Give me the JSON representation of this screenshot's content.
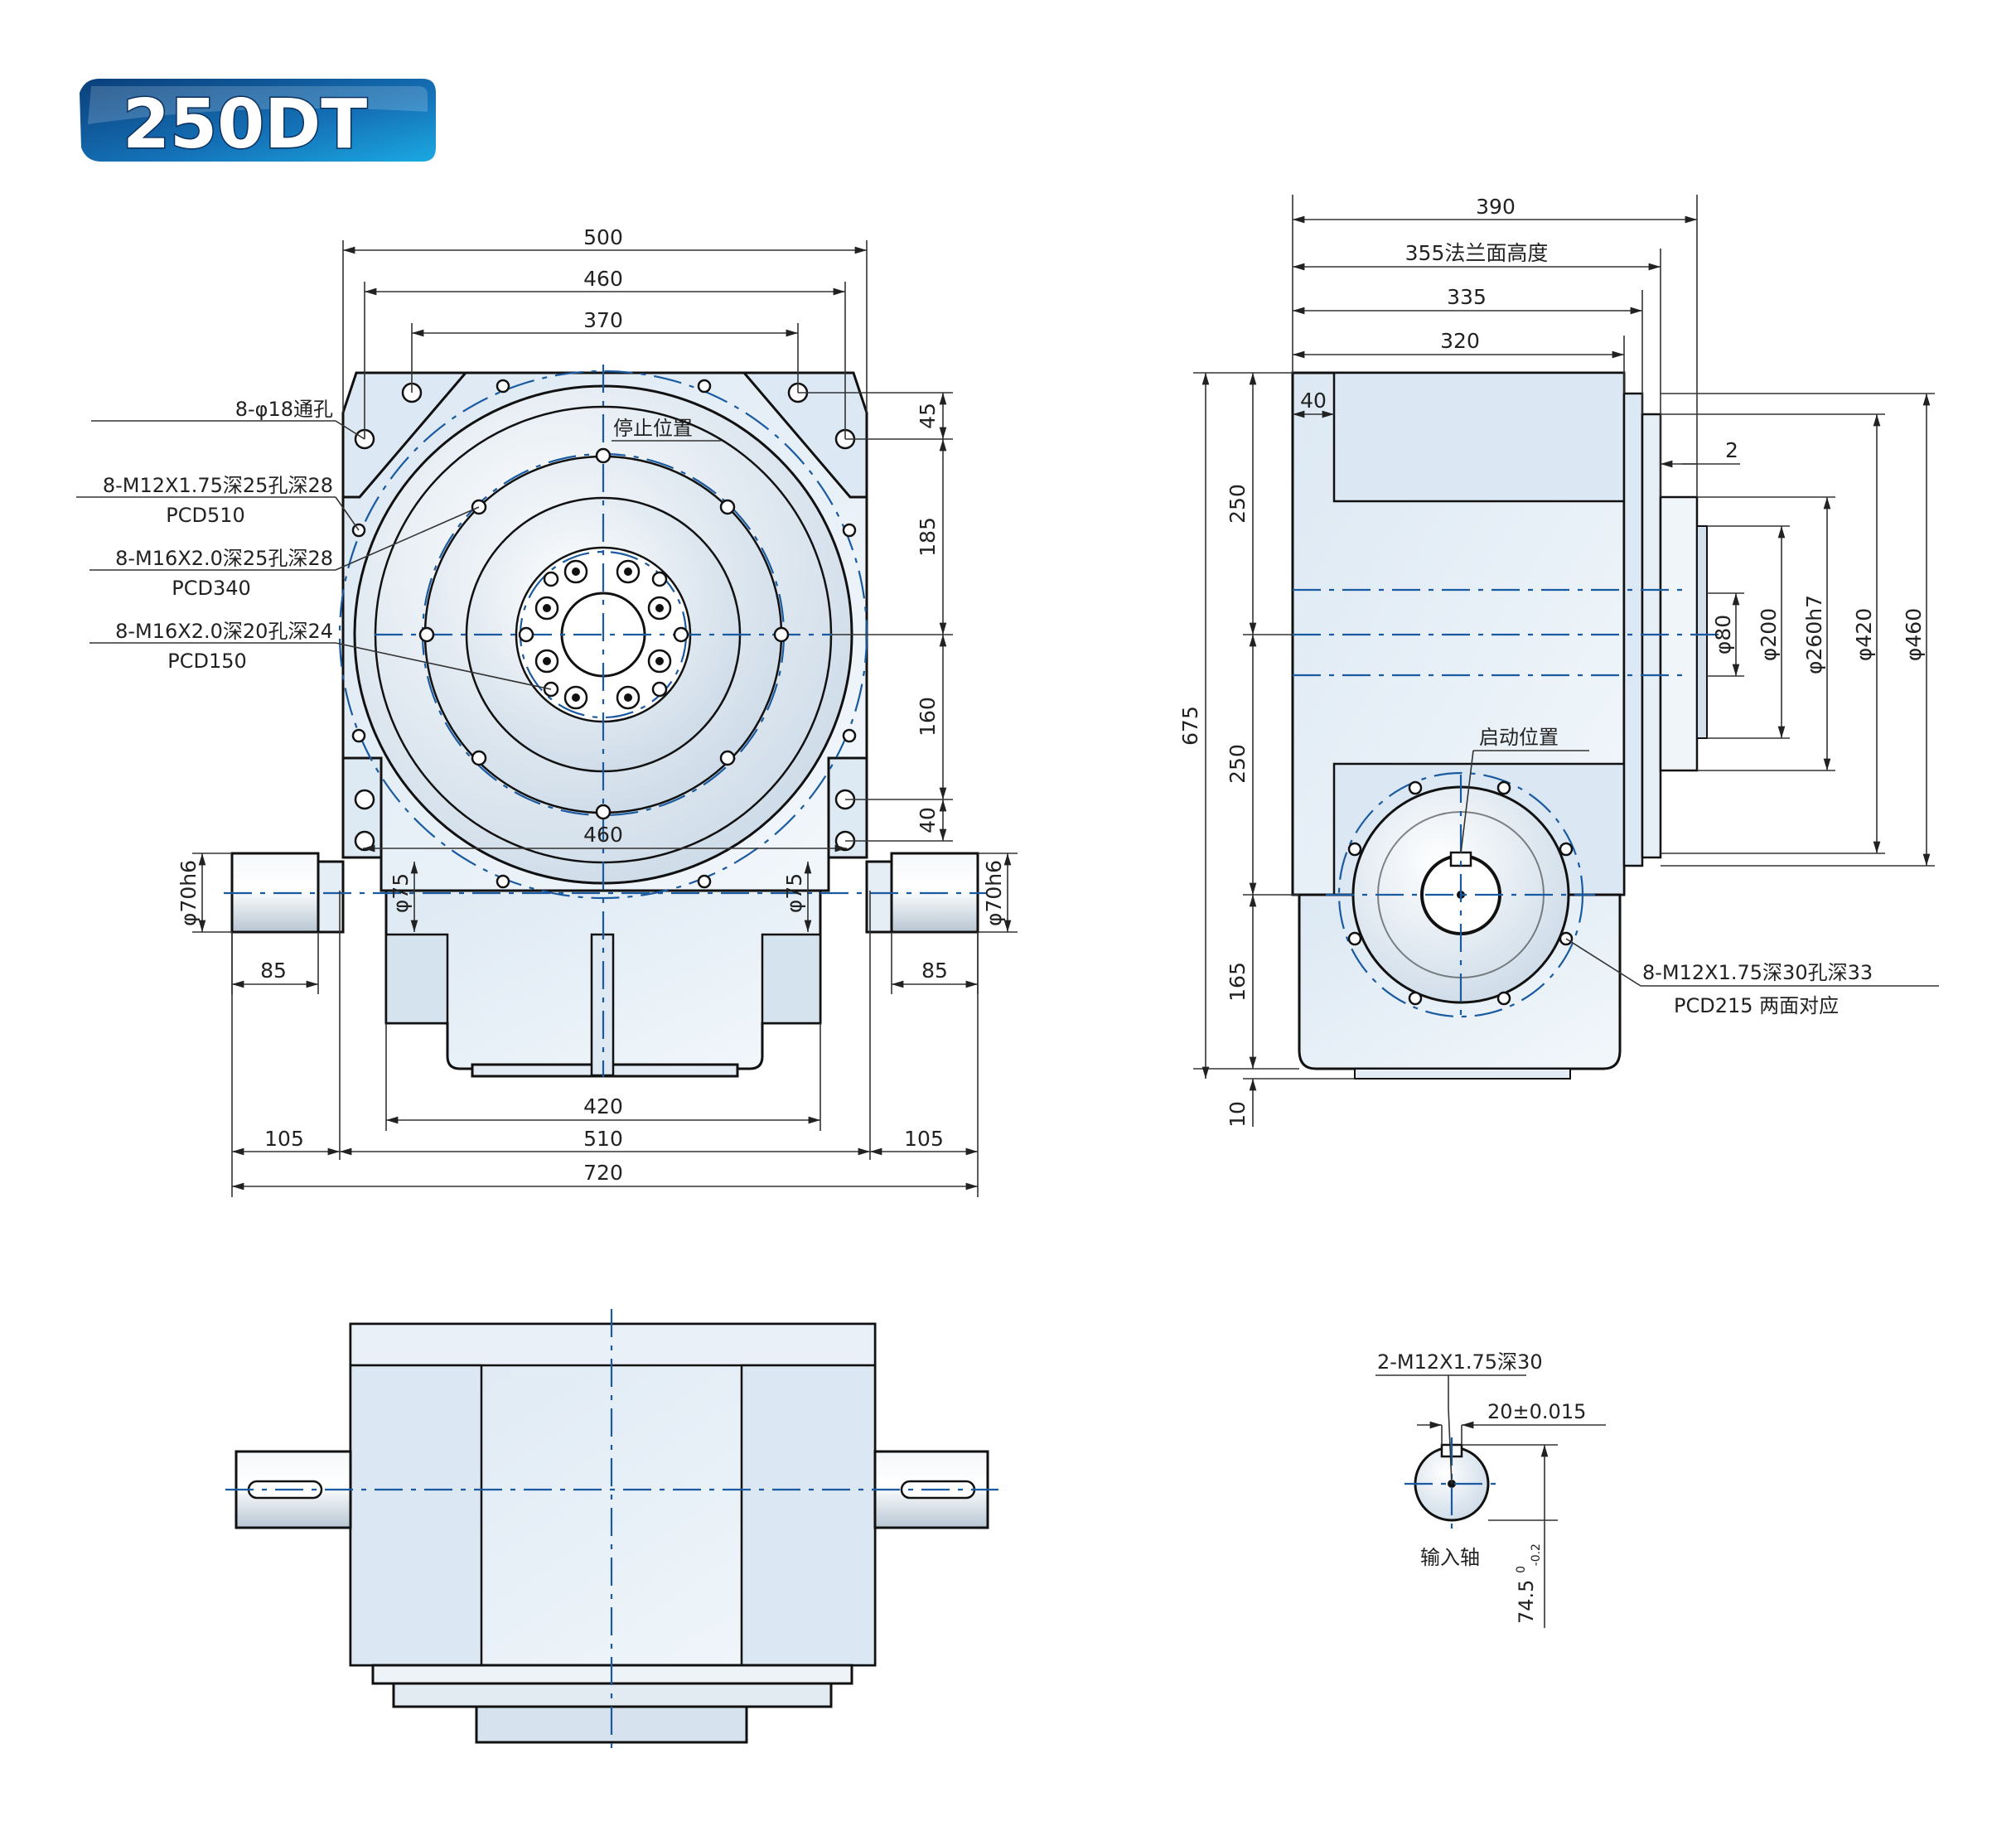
{
  "title": "250DT",
  "colors": {
    "body_fill": "#e9f1f9",
    "body_shade": "#cfdde9",
    "outline": "#111111",
    "centerline": "#1a5aa0",
    "badge_start": "#0a3e7a",
    "badge_end": "#1aa9e1"
  },
  "front_view": {
    "dims": {
      "d500": "500",
      "d460": "460",
      "d370": "370",
      "d45": "45",
      "d185": "185",
      "d160": "160",
      "d40": "40",
      "d460_inner": "460",
      "d70h6_left": "φ70h6",
      "d70h6_right": "φ70h6",
      "d75_left": "φ75",
      "d75_right": "φ75",
      "d85_left": "85",
      "d85_right": "85",
      "d420": "420",
      "d105_left": "105",
      "d510": "510",
      "d105_right": "105",
      "d720": "720"
    },
    "notes": {
      "through_hole": "8-φ18通孔",
      "stop_position": "停止位置",
      "m12_thread": "8-M12X1.75深25孔深28",
      "pcd510": "PCD510",
      "m16_thread_a": "8-M16X2.0深25孔深28",
      "pcd340": "PCD340",
      "m16_thread_b": "8-M16X2.0深20孔深24",
      "pcd150": "PCD150"
    }
  },
  "side_view": {
    "dims": {
      "d390": "390",
      "d355": "355法兰面高度",
      "d335": "335",
      "d320": "320",
      "d40": "40",
      "d2": "2",
      "d250_top": "250",
      "d250_bottom": "250",
      "d675": "675",
      "d165": "165",
      "d10": "10",
      "d80": "φ80",
      "d200": "φ200",
      "d260h7": "φ260h7",
      "d420": "φ420",
      "d460": "φ460"
    },
    "notes": {
      "start_position": "启动位置",
      "m12_thread": "8-M12X1.75深30孔深33",
      "pcd215": "PCD215 两面对应"
    }
  },
  "shaft_detail": {
    "tapped_hole": "2-M12X1.75深30",
    "key_width": "20±0.015",
    "height": "74.5",
    "height_tol_upper": "0",
    "height_tol_lower": "-0.2",
    "label": "输入轴"
  }
}
